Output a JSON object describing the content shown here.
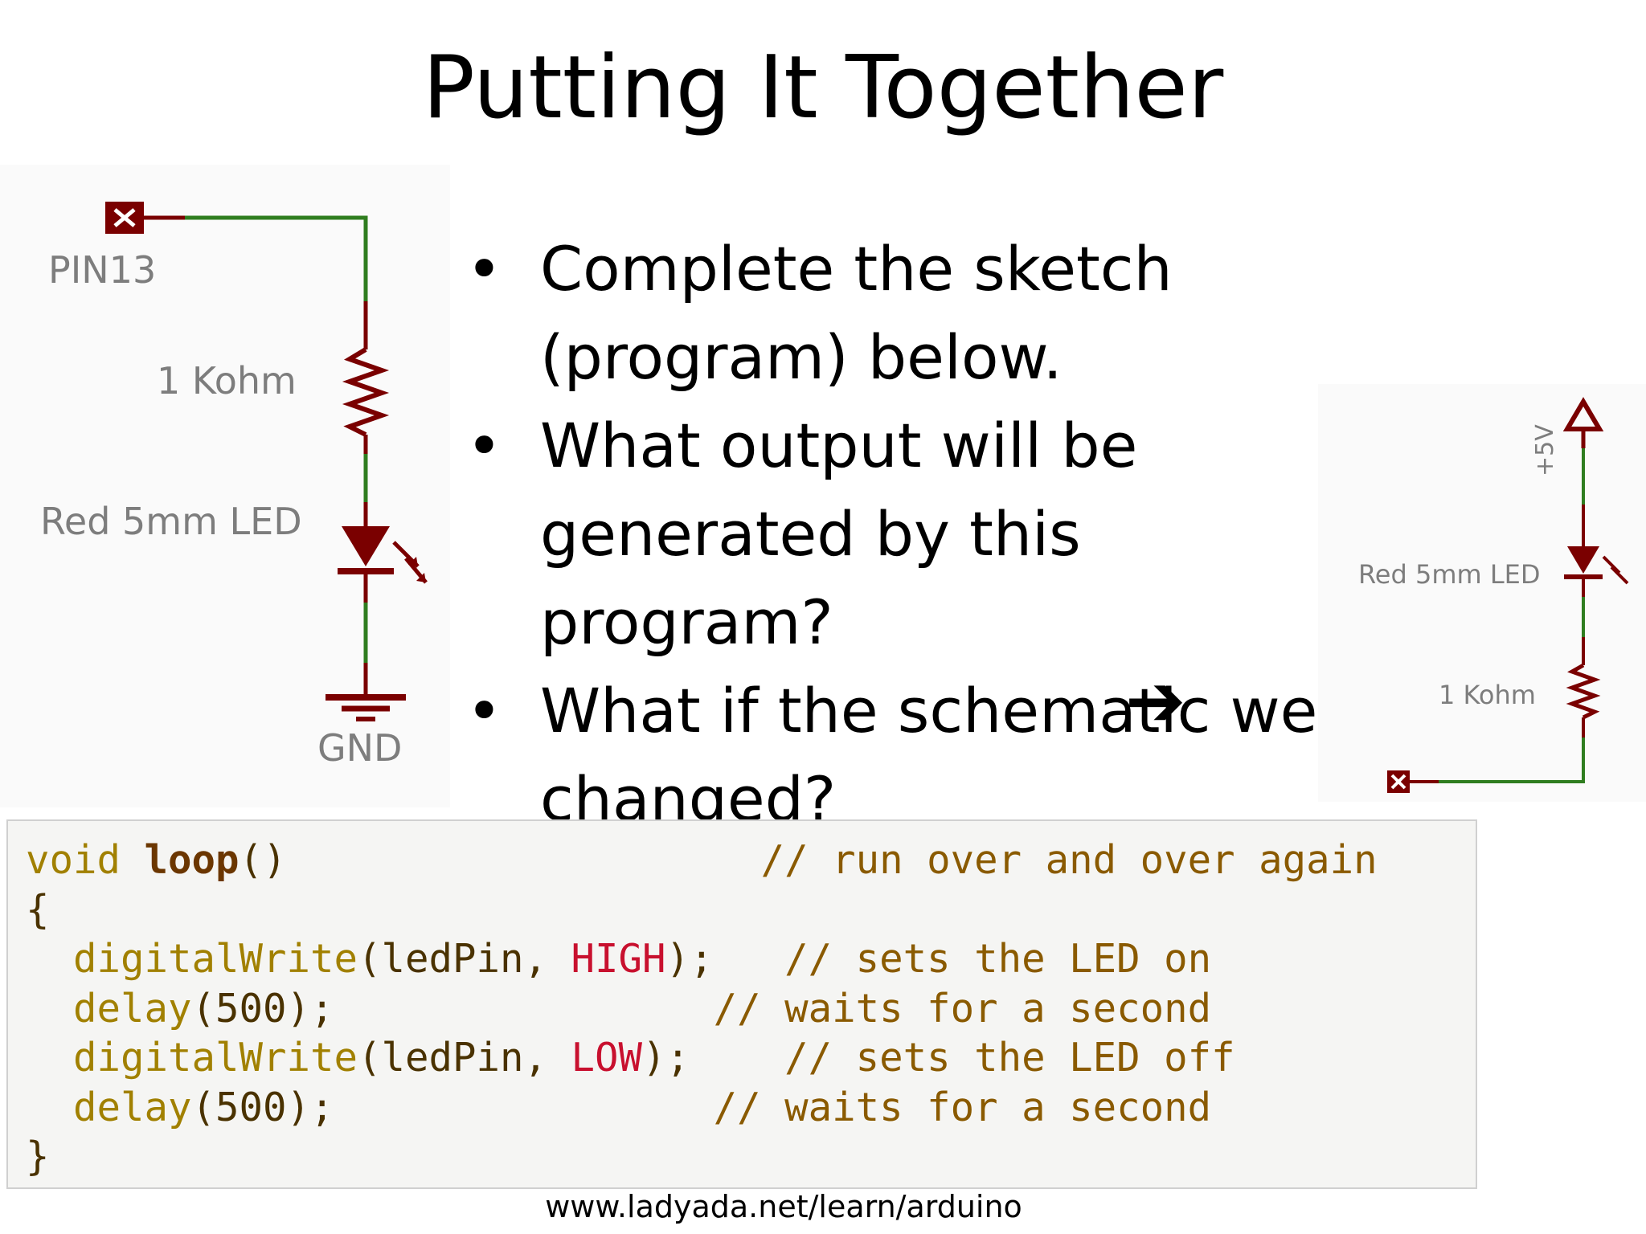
{
  "slide": {
    "title": "Putting It Together",
    "bullets": [
      {
        "text": "Complete the sketch (program) below."
      },
      {
        "text": "What output will be generated by this program?"
      },
      {
        "text": "What if the schematic were changed?"
      }
    ],
    "arrow_glyph": "➔",
    "bullet_glyph": "•",
    "source": "www.ladyada.net/learn/arduino"
  },
  "schematic_left": {
    "pin_label": "PIN13",
    "resistor_label": "1 Kohm",
    "led_label": "Red 5mm LED",
    "gnd_label": "GND"
  },
  "schematic_right": {
    "supply_label": "+5V",
    "led_label": "Red 5mm LED",
    "resistor_label": "1 Kohm"
  },
  "code": {
    "line1": {
      "kw": "void",
      "fn": "loop",
      "rest": "()",
      "comment": "// run over and over again"
    },
    "line2": "{",
    "line3": {
      "call": "digitalWrite",
      "args": "(ledPin, ",
      "const": "HIGH",
      "end": ");",
      "comment": "// sets the LED on"
    },
    "line4": {
      "call": "delay",
      "args": "(500);",
      "comment": "// waits for a second"
    },
    "line5": {
      "call": "digitalWrite",
      "args": "(ledPin, ",
      "const": "LOW",
      "end": ");",
      "comment": "// sets the LED off"
    },
    "line6": {
      "call": "delay",
      "args": "(500);",
      "comment": "// waits for a second"
    },
    "line7": "}"
  },
  "colors": {
    "wire_green": "#2f7d1f",
    "component_red": "#7a0000",
    "label_gray": "#7d7d7d"
  }
}
